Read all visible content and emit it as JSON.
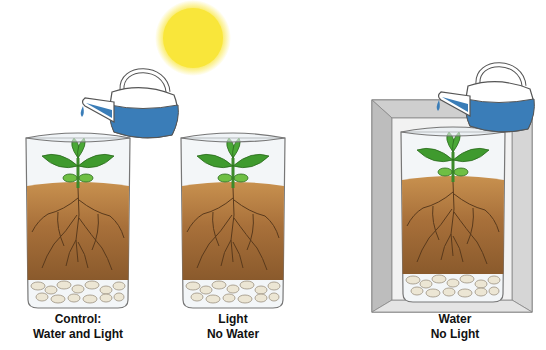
{
  "diagram": {
    "labels": [
      "Control:",
      "Water and Light",
      "Light",
      "No Water",
      "Water",
      "No Light"
    ]
  }
}
